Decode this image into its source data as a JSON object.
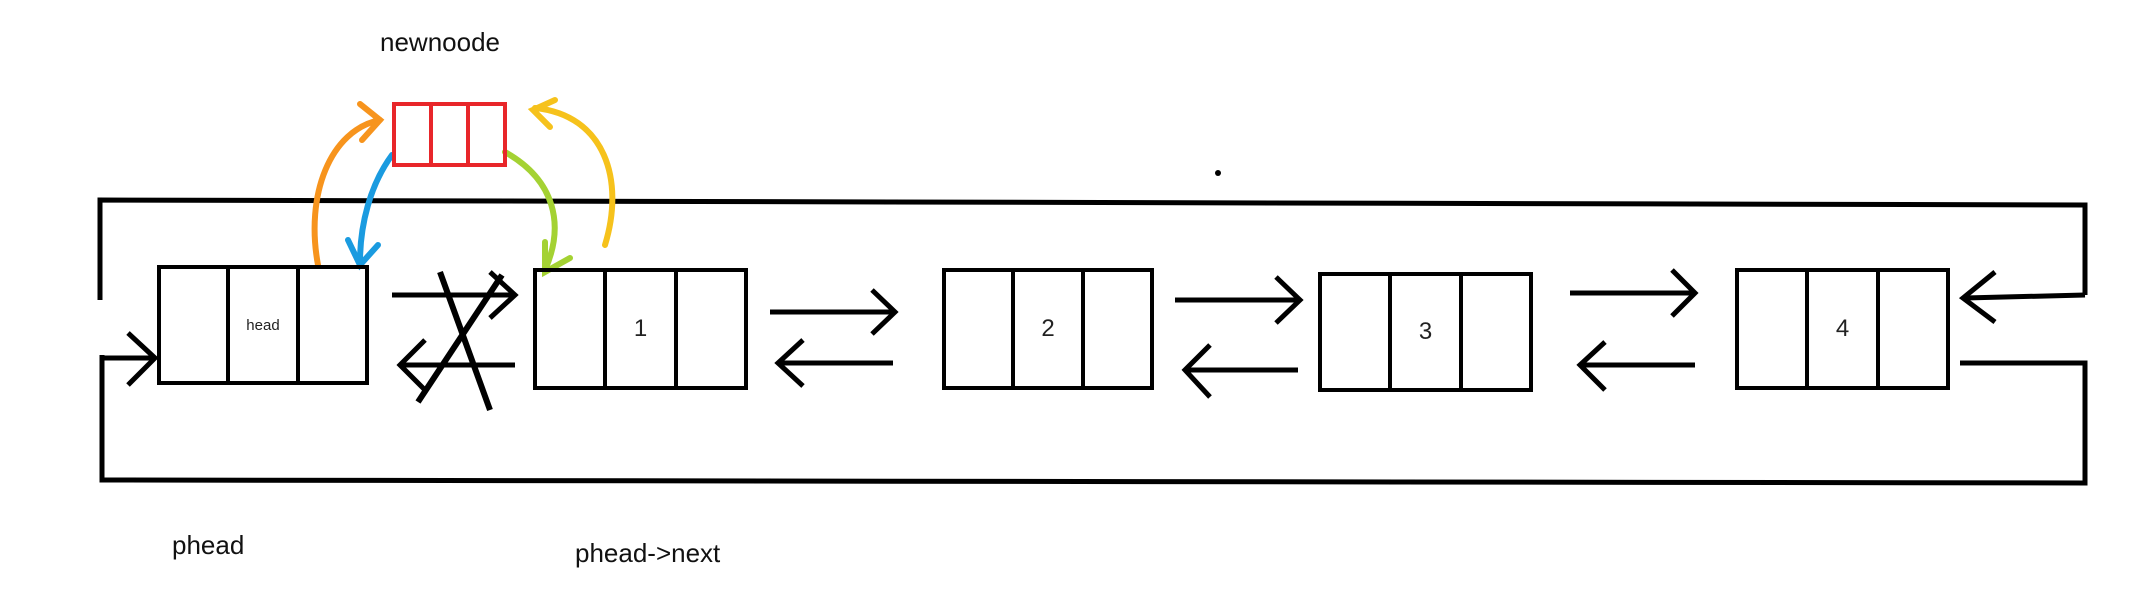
{
  "labels": {
    "newnode": "newnoode",
    "phead": "phead",
    "phead_next": "phead->next"
  },
  "nodes": [
    {
      "id": "head",
      "text": "head"
    },
    {
      "id": "n1",
      "text": "1"
    },
    {
      "id": "n2",
      "text": "2"
    },
    {
      "id": "n3",
      "text": "3"
    },
    {
      "id": "n4",
      "text": "4"
    }
  ],
  "colors": {
    "stroke": "#000000",
    "newnode_border": "#e8262a",
    "arrow_orange": "#f7941d",
    "arrow_blue": "#1a9be0",
    "arrow_green": "#a4d233",
    "arrow_yellow": "#f6c21c"
  }
}
